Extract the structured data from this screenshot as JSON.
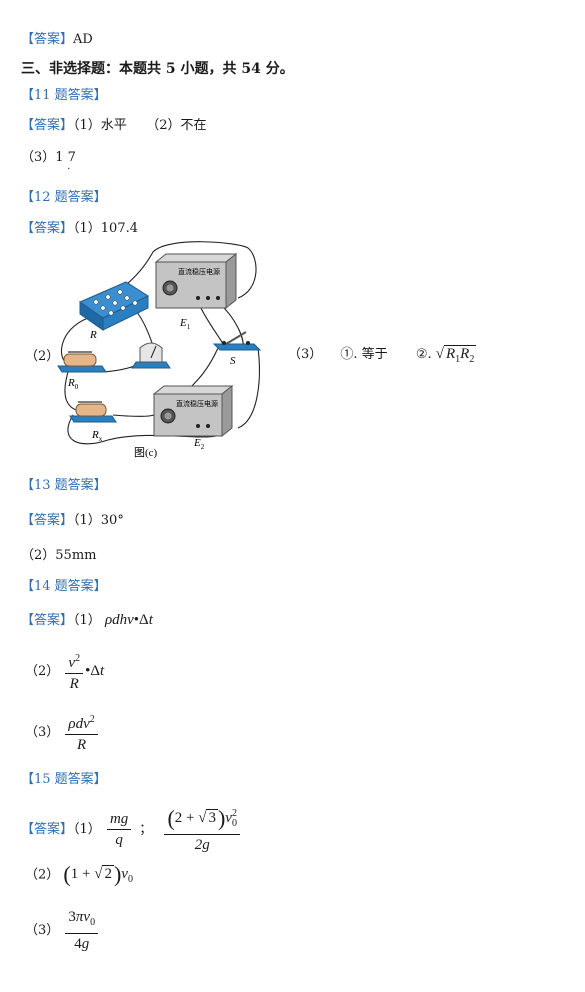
{
  "lines": {
    "ans_prev": {
      "bracket": "【答案】",
      "text": "AD"
    },
    "section3": "三、非选择题：本题共 5 小题，共 54 分。",
    "h11": "【11 题答案】",
    "a11_1": {
      "bracket": "【答案】",
      "text": "（1）水平　　（2）不在"
    },
    "a11_3": {
      "label": "（3）",
      "value": "1 7"
    },
    "h12": "【12 题答案】",
    "a12_1": {
      "bracket": "【答案】",
      "text": "（1）107.4"
    },
    "a12_2_label": "（2）",
    "a12_3": {
      "label": "（3）",
      "opt1": "①. 等于",
      "opt2": "②."
    },
    "h13": "【13 题答案】",
    "a13_1": {
      "bracket": "【答案】",
      "text": "（1）30°"
    },
    "a13_2": "（2）55mm",
    "h14": "【14 题答案】",
    "a14_1": {
      "bracket": "【答案】",
      "label": "（1）"
    },
    "a14_2_label": "（2）",
    "a14_3_label": "（3）",
    "h15": "【15 题答案】",
    "a15_1": {
      "bracket": "【答案】",
      "label": "（1）"
    },
    "a15_2_label": "（2）",
    "a15_3_label": "（3）"
  },
  "figure": {
    "psu_label": "直流稳压电源",
    "E1": "E",
    "E1_sub": "1",
    "E2": "E",
    "E2_sub": "2",
    "R": "R",
    "R0": "R",
    "R0_sub": "0",
    "Rx": "R",
    "Rx_sub": "x",
    "S": "S",
    "caption": "图(c)"
  },
  "colors": {
    "heading_blue": "#2f6fb3",
    "apparatus_blue": "#2a7fc1",
    "psu_gray": "#bfbfbf"
  }
}
